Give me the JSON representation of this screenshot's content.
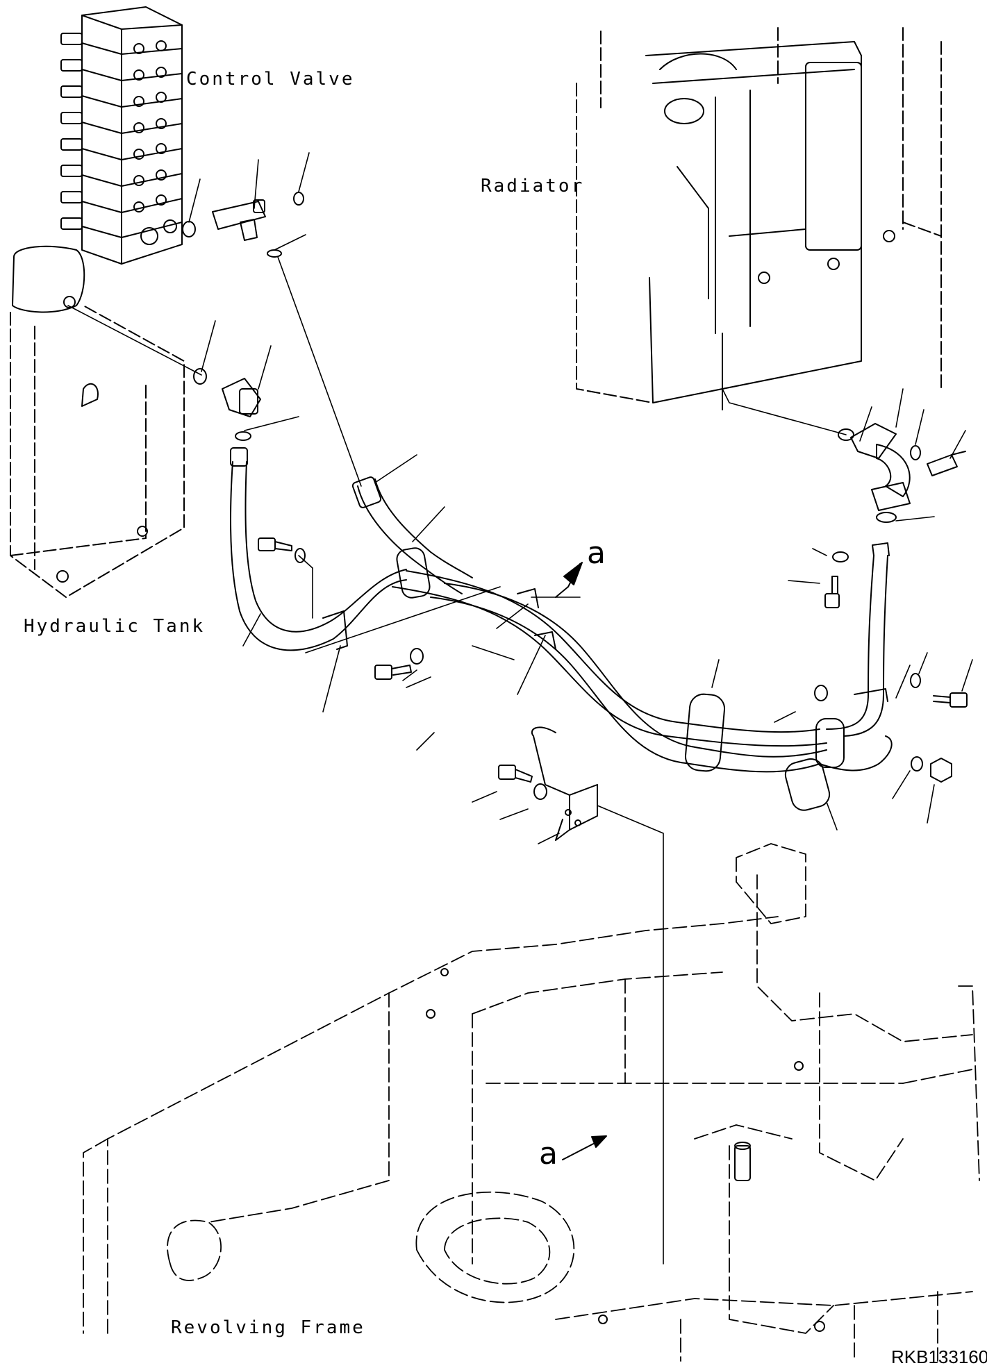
{
  "labels": {
    "control_valve": "Control Valve",
    "radiator": "Radiator",
    "hydraulic_tank": "Hydraulic Tank",
    "revolving_frame": "Revolving Frame"
  },
  "view_markers": {
    "upper": "a",
    "lower": "a"
  },
  "drawing_code": "RKB133160"
}
